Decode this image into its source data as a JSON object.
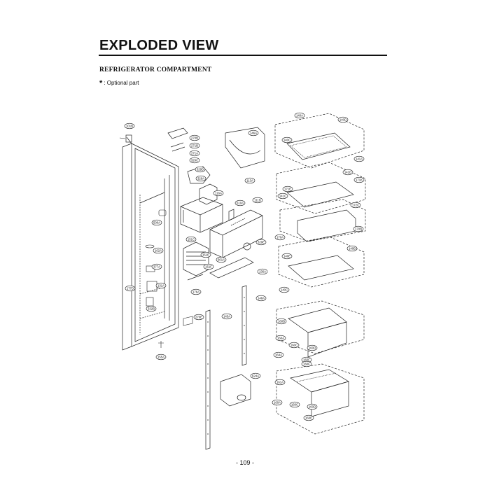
{
  "header": {
    "title": "EXPLODED VIEW",
    "subtitle": "REFRIGERATOR COMPARTMENT",
    "note_symbol": "*",
    "note_text": ": Optional part"
  },
  "page_number": "- 109 -",
  "callouts": {
    "c101B": "101B",
    "c270B": "270B",
    "c271B": "271B",
    "c271A": "271A",
    "c329C": "329C",
    "c329D": "329D",
    "c329A": "329A",
    "c146A": "146A",
    "c113A": "113A",
    "c116A": "116A",
    "c610A": "610A",
    "c111B": "111B",
    "c500A": "500A",
    "c162A": "162A",
    "c377A": "377A",
    "c151C": "151C",
    "c151E": "151E",
    "c151F": "151F",
    "c601A": "601A",
    "c329E": "329E",
    "c136A": "136A",
    "c131A": "131A",
    "c176A": "176A",
    "c177D": "177D",
    "c332B": "332B",
    "c270E": "270E",
    "c145A": "145A",
    "c148A": "148A",
    "c155A": "155A",
    "c624A": "624A",
    "c140A": "140A",
    "c140D": "140D",
    "c140C": "140C",
    "c141A": "141A",
    "c141D": "141D",
    "c171K": "171K",
    "c171E": "171E",
    "c141C": "141C",
    "c172C": "172C",
    "c170B": "170B",
    "c170A": "170A",
    "c140B": "140B",
    "c140E": "140E",
    "c140X": "140C",
    "c160B": "160B",
    "c160A": "160A",
    "c160C": "160C",
    "c160D": "160D",
    "c164A": "164A",
    "c160F": "160F",
    "c160F2": "160F",
    "c161A": "161A",
    "c160A2": "160A",
    "c160C2": "160C",
    "c160D2": "160D",
    "c160E": "160E"
  }
}
